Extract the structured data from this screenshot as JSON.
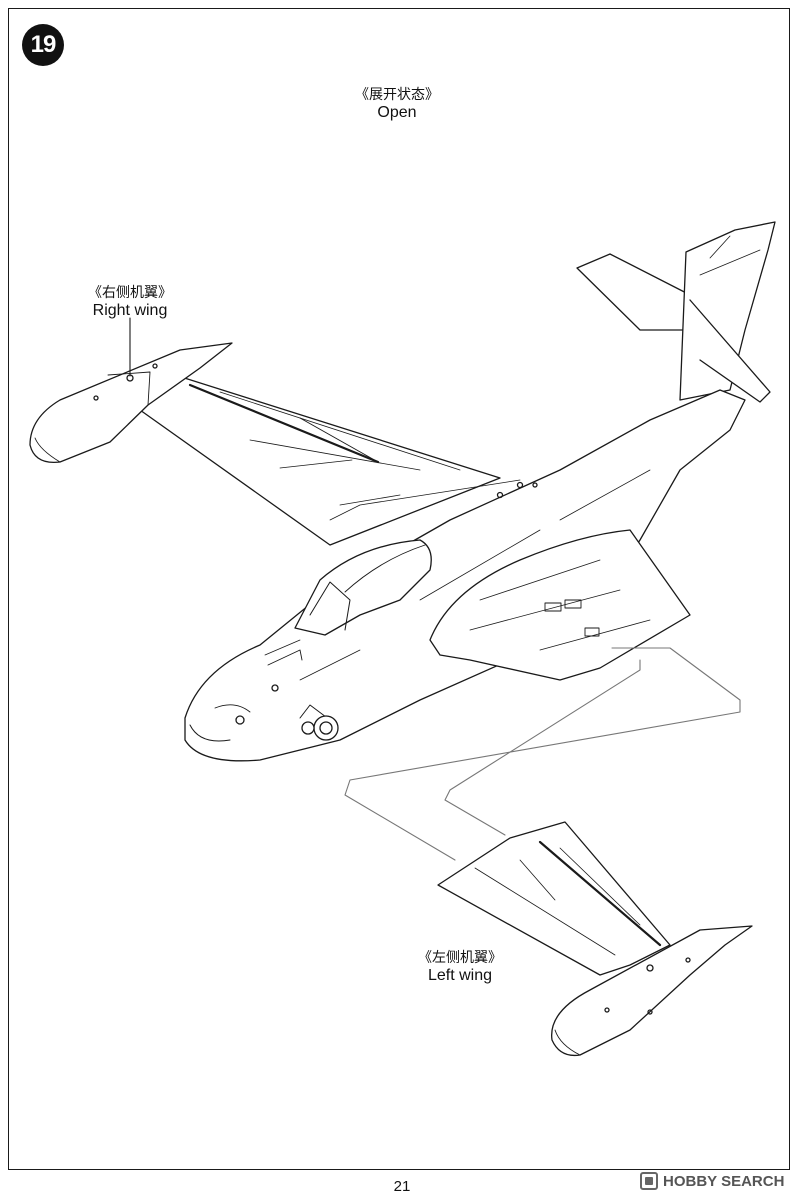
{
  "step": {
    "number": "19"
  },
  "labels": {
    "open_cn": "《展开状态》",
    "open_en": "Open",
    "right_cn": "《右侧机翼》",
    "right_en": "Right wing",
    "left_cn": "《左侧机翼》",
    "left_en": "Left wing"
  },
  "footer": {
    "page_number": "21",
    "watermark": "HOBBY SEARCH"
  },
  "colors": {
    "line": "#1a1a1a",
    "leader": "#777777",
    "background": "#ffffff"
  }
}
